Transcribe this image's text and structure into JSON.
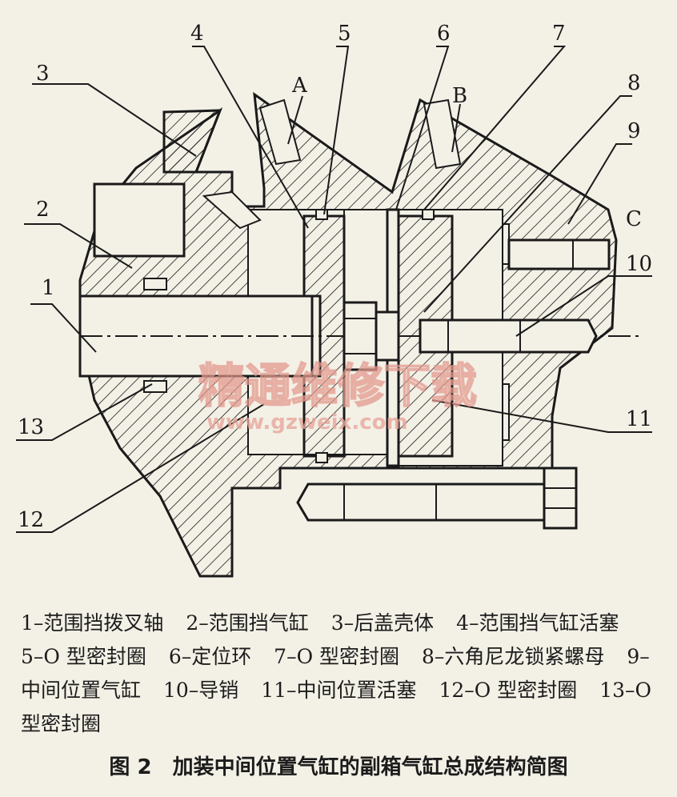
{
  "diagram": {
    "callouts": [
      "1",
      "2",
      "3",
      "4",
      "5",
      "6",
      "7",
      "8",
      "9",
      "10",
      "11",
      "12",
      "13"
    ],
    "markers": [
      "A",
      "B",
      "C"
    ],
    "watermark": {
      "text_cn": "精通维修下载",
      "url": "www.gzweix.com"
    }
  },
  "legend": {
    "items": [
      "1–范围挡拨叉轴",
      "2–范围挡气缸",
      "3–后盖壳体",
      "4–范围挡气缸活塞",
      "5–O 型密封圈",
      "6–定位环",
      "7–O 型密封圈",
      "8–六角尼龙锁紧螺母",
      "9–中间位置气缸",
      "10–导销",
      "11–中间位置活塞",
      "12–O 型密封圈",
      "13–O 型密封圈"
    ]
  },
  "caption": "图 2　加装中间位置气缸的副箱气缸总成结构简图",
  "colors": {
    "background": "#f3f0e6",
    "ink": "#1a1a1a",
    "watermark": "#e39a8e"
  }
}
